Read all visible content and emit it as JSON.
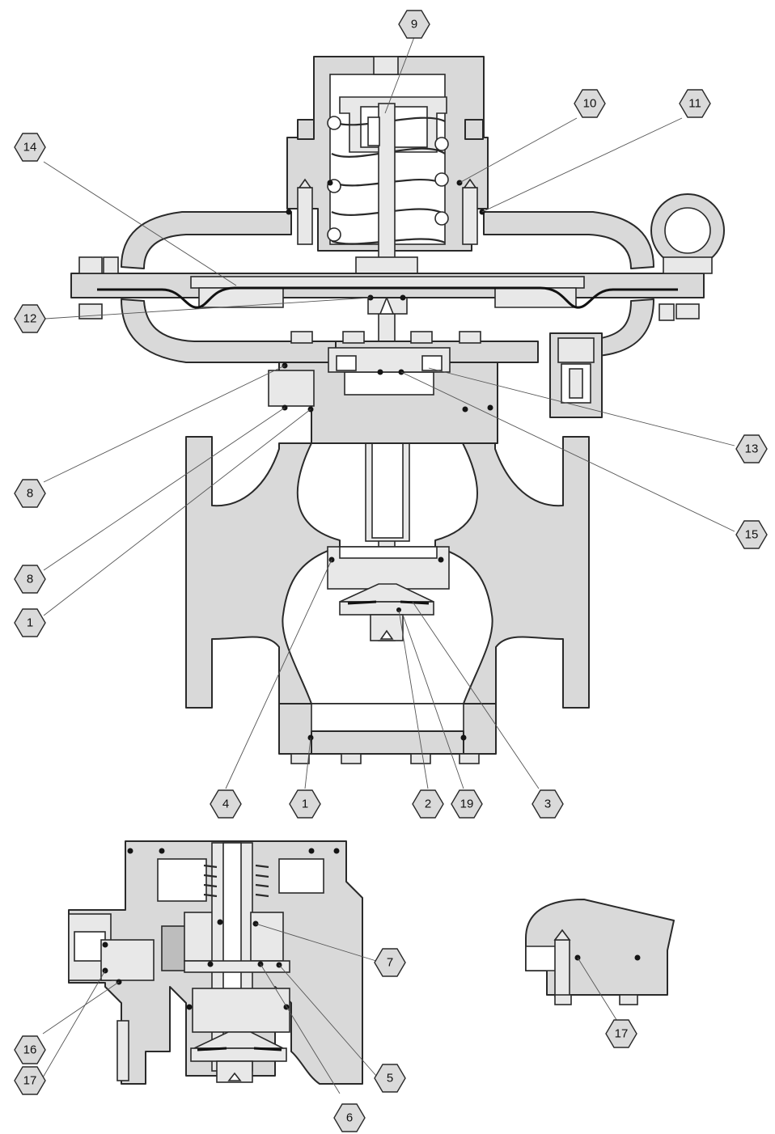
{
  "callouts": {
    "c9": "9",
    "c10": "10",
    "c11": "11",
    "c14": "14",
    "c12": "12",
    "c13": "13",
    "c8a": "8",
    "c8b": "8",
    "c1a": "1",
    "c15": "15",
    "c4": "4",
    "c1b": "1",
    "c2": "2",
    "c19": "19",
    "c3": "3",
    "c7": "7",
    "c16": "16",
    "c17a": "17",
    "c5": "5",
    "c6": "6",
    "c17b": "17"
  },
  "colors": {
    "body_fill": "#d9d9d9",
    "outline": "#2a2a2a",
    "oring": "#151515"
  }
}
